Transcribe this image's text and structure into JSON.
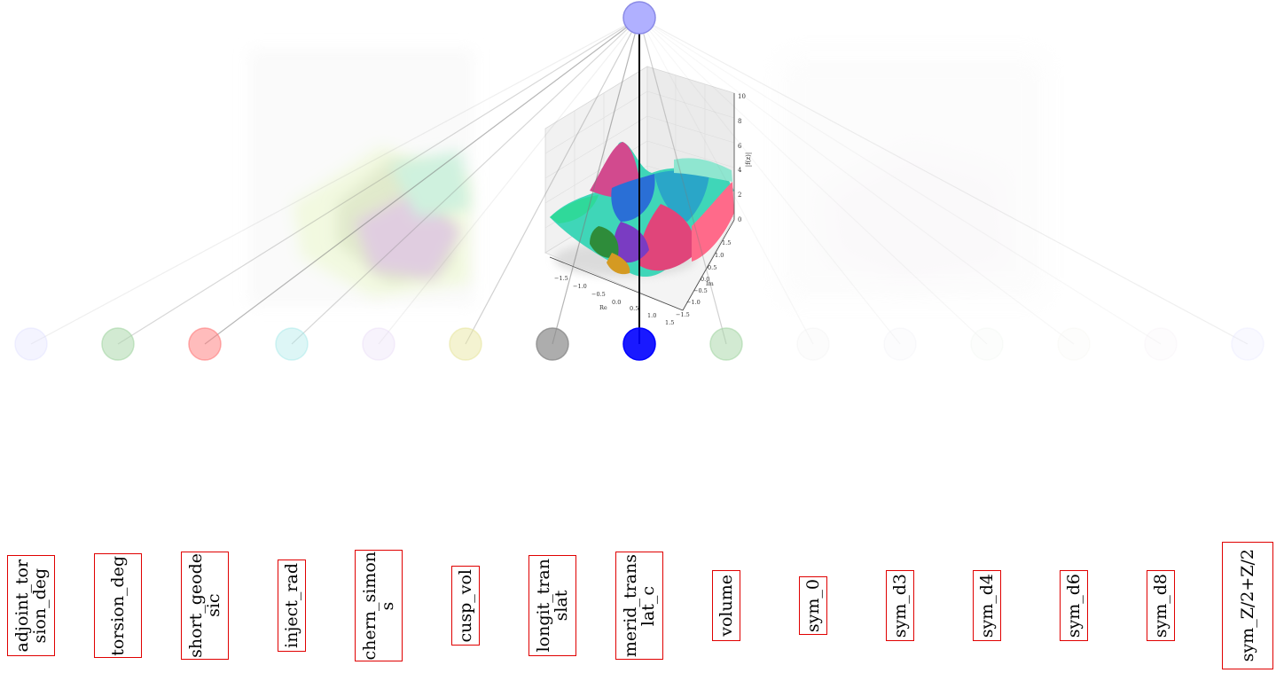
{
  "colors": {
    "root_node": "#b0b0ff",
    "label_border": "#e00000"
  },
  "plot": {
    "z_ticks": [
      "0",
      "2",
      "4",
      "6",
      "8",
      "10"
    ],
    "z_label": "|f(z)|",
    "re_ticks": [
      "−1.5",
      "−1.0",
      "−0.5",
      "0.0",
      "0.5",
      "1.0",
      "1.5"
    ],
    "re_label": "Re",
    "im_ticks": [
      "1.5",
      "1.0",
      "0.5",
      "0.0",
      "−0.5",
      "−1.0",
      "−1.5"
    ],
    "im_label": "Im"
  },
  "nodes": [
    {
      "label": "adjoint_tor\nsion_deg",
      "color": "#dcdcff",
      "opacity": 0.3
    },
    {
      "label": "torsion_deg",
      "color": "#a5d6a5",
      "opacity": 0.5
    },
    {
      "label": "short_geode\nsic",
      "color": "#ff7a7a",
      "opacity": 0.5
    },
    {
      "label": "inject_rad",
      "color": "#9de6e6",
      "opacity": 0.35
    },
    {
      "label": "chern_simon\ns",
      "color": "#e6d6f6",
      "opacity": 0.3
    },
    {
      "label": "cusp_vol",
      "color": "#e6e49a",
      "opacity": 0.45
    },
    {
      "label": "longit_tran\nslat",
      "color": "#8a8a8a",
      "opacity": 0.7
    },
    {
      "label": "merid_trans\nlat_c",
      "color": "#0000ff",
      "opacity": 0.9
    },
    {
      "label": "volume",
      "color": "#a5d6a5",
      "opacity": 0.5
    },
    {
      "label": "sym_0",
      "color": "#f0f0f0",
      "opacity": 0.2
    },
    {
      "label": "sym_d3",
      "color": "#f0f0f4",
      "opacity": 0.2
    },
    {
      "label": "sym_d4",
      "color": "#eef4ef",
      "opacity": 0.2
    },
    {
      "label": "sym_d6",
      "color": "#f4f4ee",
      "opacity": 0.2
    },
    {
      "label": "sym_d8",
      "color": "#f4eef4",
      "opacity": 0.2
    },
    {
      "label": "sym_Z/2+Z/2",
      "color": "#e6e6ff",
      "opacity": 0.25
    }
  ]
}
